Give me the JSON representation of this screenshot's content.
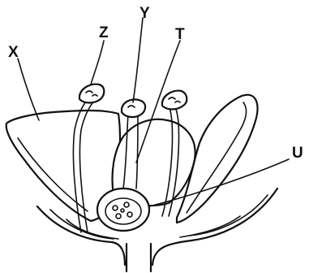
{
  "labels": {
    "x": "X",
    "y": "Y",
    "z": "Z",
    "t": "T",
    "u": "U"
  },
  "colors": {
    "ink": "#111111",
    "background": "#ffffff"
  }
}
